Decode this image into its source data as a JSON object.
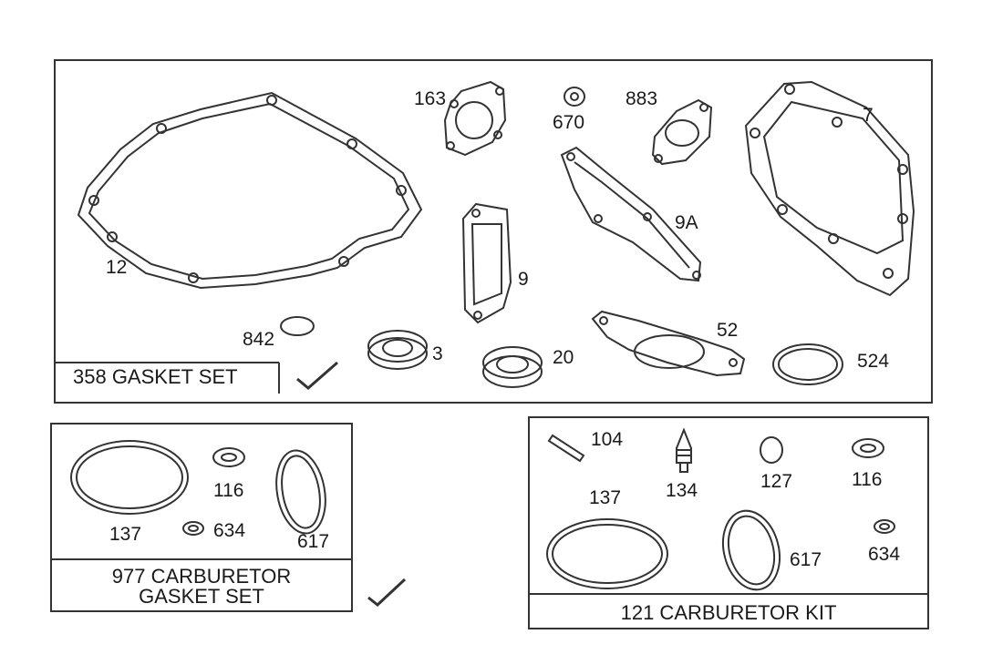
{
  "panels": {
    "gasket_set": {
      "title": "358 GASKET SET",
      "parts": [
        "12",
        "163",
        "670",
        "883",
        "7",
        "9A",
        "9",
        "52",
        "842",
        "3",
        "20",
        "524"
      ]
    },
    "carb_gasket_set": {
      "title_line1": "977 CARBURETOR",
      "title_line2": "GASKET SET",
      "parts": [
        "137",
        "116",
        "634",
        "617"
      ]
    },
    "carb_kit": {
      "title": "121 CARBURETOR KIT",
      "parts": [
        "104",
        "134",
        "127",
        "116",
        "137",
        "617",
        "634"
      ]
    }
  },
  "colors": {
    "line": "#333333",
    "text": "#1a1a1a"
  }
}
